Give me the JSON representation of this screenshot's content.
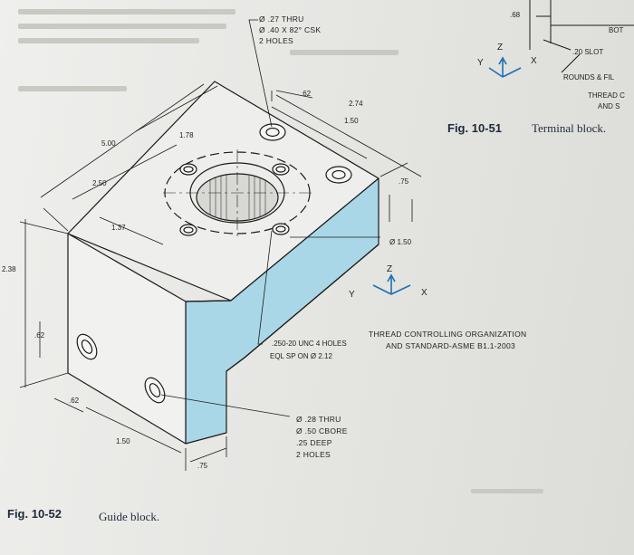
{
  "figures": {
    "fig_10_51": {
      "number": "Fig. 10-51",
      "title": "Terminal block.",
      "partial_labels": {
        "dim_68": ".68",
        "bot": "BOT",
        "slot": ".20 SLOT",
        "rounds": "ROUNDS & FIL",
        "thread": "THREAD C",
        "ands": "AND S"
      }
    },
    "fig_10_52": {
      "number": "Fig. 10-52",
      "title": "Guide block.",
      "callouts": {
        "top_hole_lines": [
          "Ø .27 THRU",
          "Ø .40 X 82° CSK",
          "2 HOLES"
        ],
        "center_hole": "Ø 1.50",
        "tapped_holes_lines": [
          ".250-20 UNC 4 HOLES",
          "EQL SP ON Ø 2.12"
        ],
        "standard_lines": [
          "THREAD CONTROLLING ORGANIZATION",
          "AND STANDARD-ASME B1.1-2003"
        ],
        "side_hole_lines": [
          "Ø .28 THRU",
          "Ø .50 CBORE",
          ".25 DEEP",
          "2 HOLES"
        ]
      },
      "dimensions": {
        "width_total": "5.00",
        "depth_total": "2.50",
        "depth_top": "2.74",
        "offset_1_50": "1.50",
        "offset_0_62": ".62",
        "offset_1_78": "1.78",
        "offset_1_37": "1.37",
        "right_side": ".75",
        "height_total": "2.38",
        "hole_height": ".62",
        "hole_bottom": ".62",
        "hole_spacing": "1.50",
        "web_thickness": ".75"
      }
    }
  },
  "axes": {
    "z": "Z",
    "x": "X",
    "y": "Y"
  },
  "colors": {
    "face_fill": "#a9d7e8",
    "line": "#1a1a1a",
    "axis_blue": "#1c6fb3"
  }
}
